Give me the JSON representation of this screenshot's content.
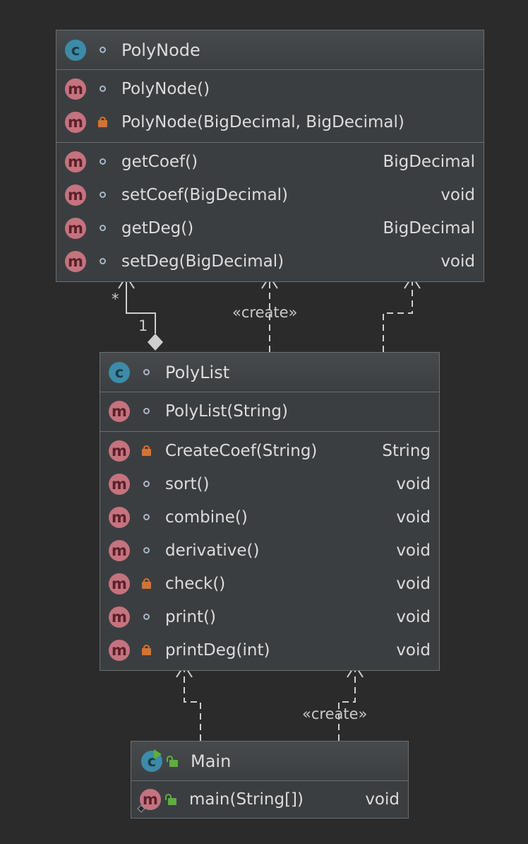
{
  "colors": {
    "background": "#2b2b2b",
    "box_fill": "#3b3e40",
    "box_border": "#6b6e70",
    "class_badge": "#3d8ba8",
    "method_badge": "#c4737f",
    "private_lock": "#d4732f",
    "public_lock": "#5fae3f",
    "connector": "#cfcfcf"
  },
  "icons": {
    "class": "class-c-icon",
    "method": "method-m-icon",
    "package_visibility": "package-dot-icon",
    "private_visibility": "lock-icon",
    "public_visibility": "unlocked-icon",
    "runnable": "run-triangle-icon"
  },
  "polynode": {
    "badge": "c",
    "name": "PolyNode",
    "constructors": [
      {
        "badge": "m",
        "visibility": "package",
        "name": "PolyNode()"
      },
      {
        "badge": "m",
        "visibility": "private",
        "name": "PolyNode(BigDecimal, BigDecimal)"
      }
    ],
    "methods": [
      {
        "badge": "m",
        "visibility": "package",
        "name": "getCoef()",
        "type": "BigDecimal"
      },
      {
        "badge": "m",
        "visibility": "package",
        "name": "setCoef(BigDecimal)",
        "type": "void"
      },
      {
        "badge": "m",
        "visibility": "package",
        "name": "getDeg()",
        "type": "BigDecimal"
      },
      {
        "badge": "m",
        "visibility": "package",
        "name": "setDeg(BigDecimal)",
        "type": "void"
      }
    ]
  },
  "polylist": {
    "badge": "c",
    "name": "PolyList",
    "constructors": [
      {
        "badge": "m",
        "visibility": "package",
        "name": "PolyList(String)"
      }
    ],
    "methods": [
      {
        "badge": "m",
        "visibility": "private",
        "name": "CreateCoef(String)",
        "type": "String"
      },
      {
        "badge": "m",
        "visibility": "package",
        "name": "sort()",
        "type": "void"
      },
      {
        "badge": "m",
        "visibility": "package",
        "name": "combine()",
        "type": "void"
      },
      {
        "badge": "m",
        "visibility": "package",
        "name": "derivative()",
        "type": "void"
      },
      {
        "badge": "m",
        "visibility": "private",
        "name": "check()",
        "type": "void"
      },
      {
        "badge": "m",
        "visibility": "package",
        "name": "print()",
        "type": "void"
      },
      {
        "badge": "m",
        "visibility": "private",
        "name": "printDeg(int)",
        "type": "void"
      }
    ]
  },
  "main": {
    "badge": "c",
    "name": "Main",
    "methods": [
      {
        "badge": "m",
        "visibility": "public",
        "name": "main(String[])",
        "type": "void"
      }
    ]
  },
  "relations": {
    "composition": {
      "target_multiplicity": "*",
      "source_multiplicity": "1"
    },
    "polylist_creates_polynode": "«create»",
    "main_creates_polylist": "«create»"
  }
}
